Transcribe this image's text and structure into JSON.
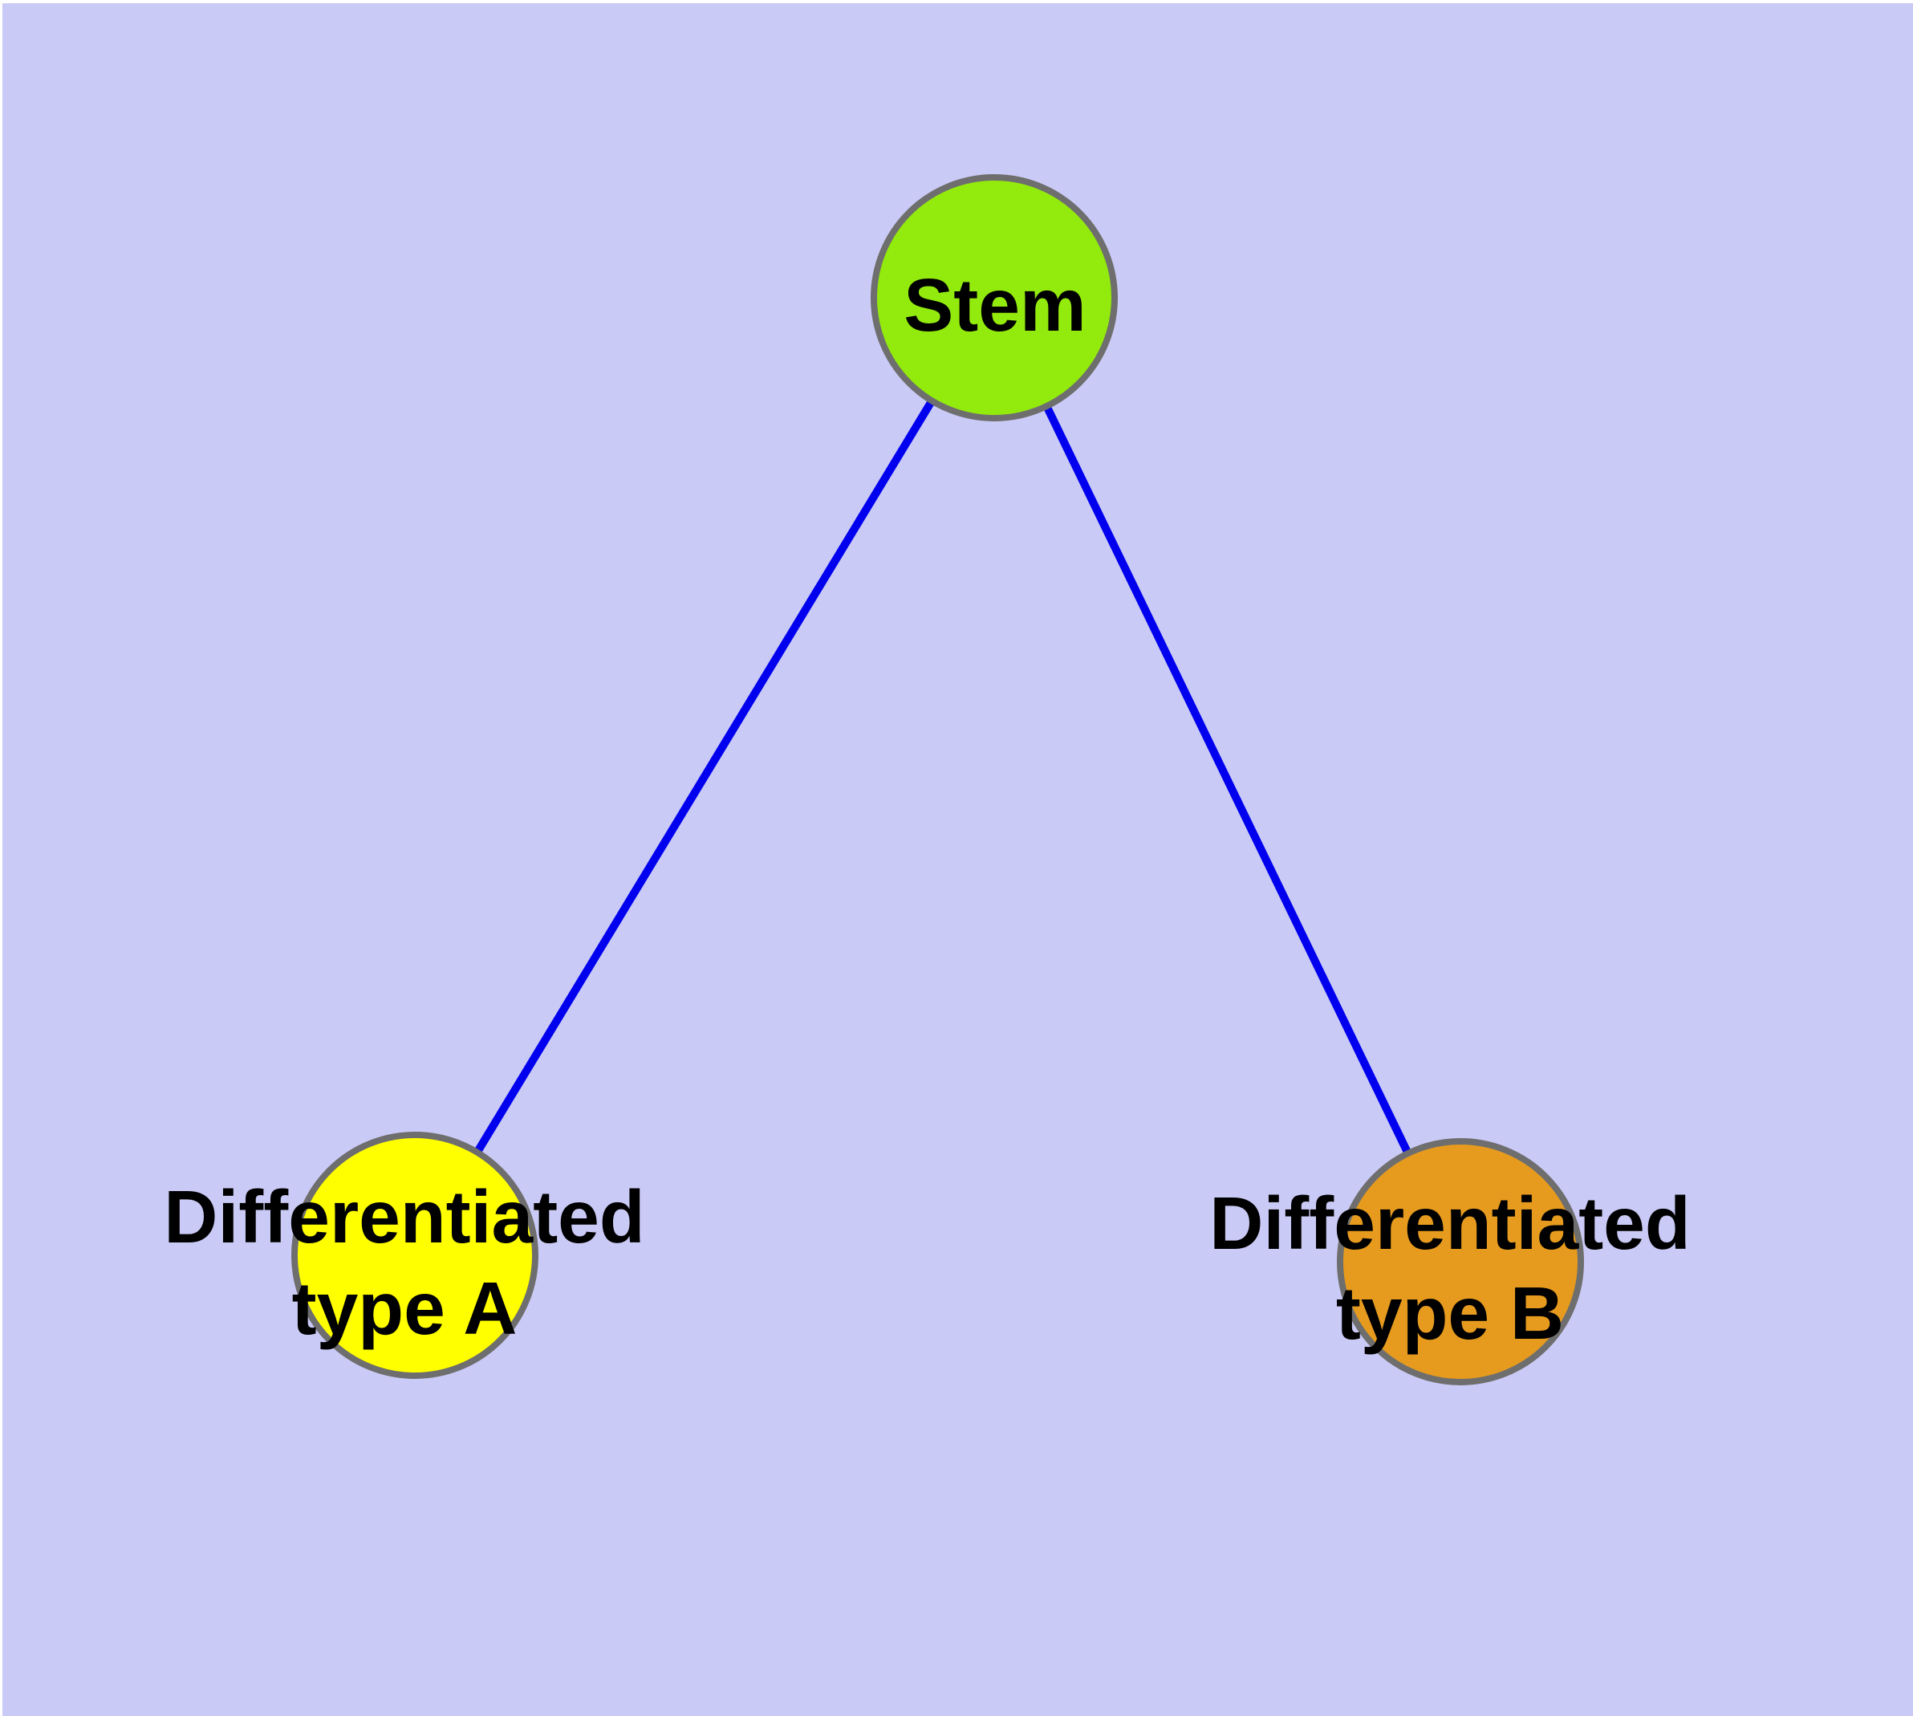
{
  "diagram": {
    "background_color": "#cacaf6",
    "margin_color": "#ffffff",
    "edge_color": "#0000ee",
    "node_border_color": "#6e6e6e",
    "label_color": "#000000",
    "nodes": [
      {
        "id": "stem",
        "label": "Stem",
        "fill": "#93eb0d"
      },
      {
        "id": "differentiated-type-a",
        "label": "Differentiated type A",
        "label_line1": "Differentiated",
        "label_line2": "type A",
        "fill": "#ffff00"
      },
      {
        "id": "differentiated-type-b",
        "label": "Differentiated type B",
        "label_line1": "Differentiated",
        "label_line2": "type B",
        "fill": "#e69b1e"
      }
    ],
    "edges": [
      {
        "from": "stem",
        "to": "differentiated-type-a"
      },
      {
        "from": "stem",
        "to": "differentiated-type-b"
      }
    ]
  }
}
